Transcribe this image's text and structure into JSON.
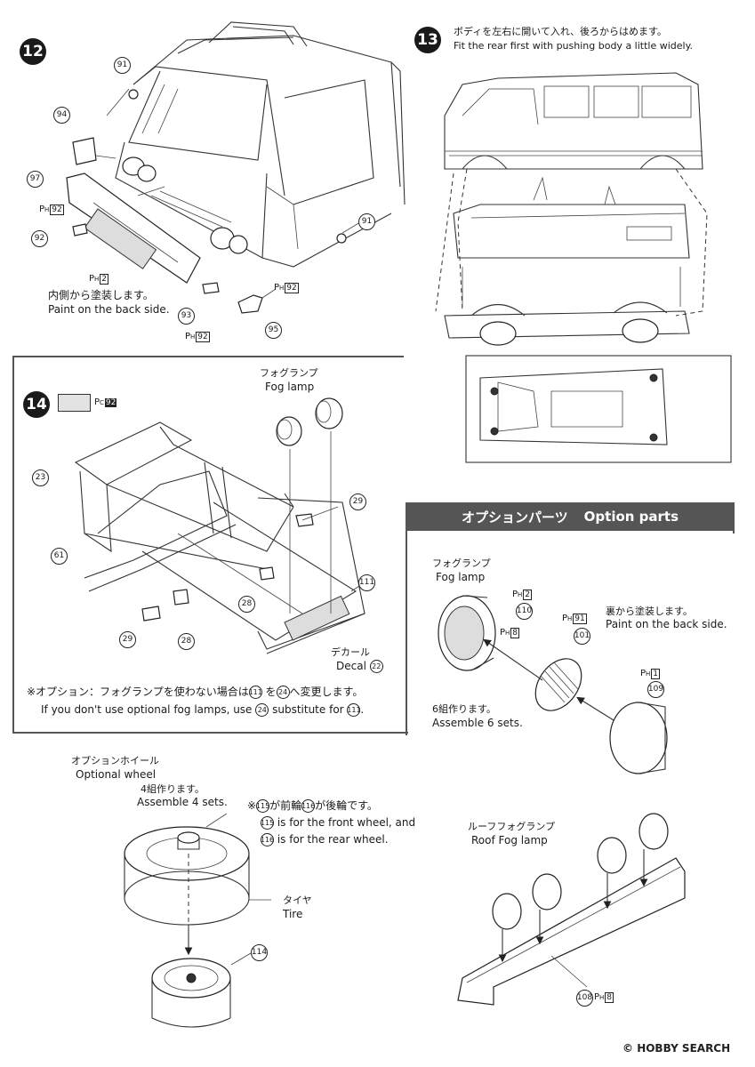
{
  "steps": {
    "s12": "12",
    "s13": "13",
    "s14": "14"
  },
  "step12": {
    "parts": [
      "91",
      "94",
      "97",
      "92",
      "91",
      "93",
      "95"
    ],
    "paints": {
      "p92a": {
        "prefix": "P",
        "sub": "H",
        "code": "92"
      },
      "p2": {
        "prefix": "P",
        "sub": "H",
        "code": "2"
      },
      "p92b": {
        "prefix": "P",
        "sub": "H",
        "code": "92"
      },
      "p92c": {
        "prefix": "P",
        "sub": "H",
        "code": "92"
      }
    },
    "note_jp": "内側から塗装します。",
    "note_en": "Paint on the back side."
  },
  "step13": {
    "note_jp": "ボディを左右に開いて入れ、後ろからはめます。",
    "note_en": "Fit the rear first with pushing body a little widely."
  },
  "step14": {
    "paint": {
      "prefix": "P",
      "sub": "C",
      "code": "92"
    },
    "fog_jp": "フォグランプ",
    "fog_en": "Fog lamp",
    "parts": [
      "23",
      "61",
      "29",
      "28",
      "28",
      "29",
      "111"
    ],
    "decal_jp": "デカール",
    "decal_en": "Decal",
    "decal_num": "22",
    "note_jp_1": "※オプション：フォグランプを使わない場合は",
    "note_jp_n1": "111",
    "note_jp_2": "を",
    "note_jp_n2": "24",
    "note_jp_3": "へ変更します。",
    "note_en_1": "If you don't use optional fog lamps, use",
    "note_en_n1": "24",
    "note_en_2": "substitute for",
    "note_en_n2": "111"
  },
  "options": {
    "header_jp": "オプションパーツ",
    "header_en": "Option parts",
    "fog_jp": "フォグランプ",
    "fog_en": "Fog lamp",
    "paint_p2": {
      "prefix": "P",
      "sub": "H",
      "code": "2"
    },
    "part_110": "110",
    "paint_p8": {
      "prefix": "P",
      "sub": "H",
      "code": "8"
    },
    "paint_p91": {
      "prefix": "P",
      "sub": "H",
      "code": "91"
    },
    "part_101": "101",
    "back_jp": "裏から塗装します。",
    "back_en": "Paint on the back side.",
    "paint_p1": {
      "prefix": "P",
      "sub": "H",
      "code": "1"
    },
    "part_109": "109",
    "assemble_jp": "6組作ります。",
    "assemble_en": "Assemble 6 sets."
  },
  "wheel": {
    "title_jp": "オプションホイール",
    "title_en": "Optional wheel",
    "assemble_jp": "4組作ります。",
    "assemble_en": "Assemble 4 sets.",
    "note_l1_a": "※",
    "note_n115": "115",
    "note_l1_b": "が前輪",
    "note_n116": "116",
    "note_l1_c": "が後輪です。",
    "note_l2": "is for the front wheel, and",
    "note_l3": "is for the rear wheel.",
    "tire_jp": "タイヤ",
    "tire_en": "Tire",
    "part_114": "114"
  },
  "roof": {
    "title_jp": "ルーフフォグランプ",
    "title_en": "Roof Fog lamp",
    "part_108": "108",
    "paint": {
      "prefix": "P",
      "sub": "H",
      "code": "8"
    }
  },
  "footer": {
    "logo": "HOBBY SEARCH",
    "copyright": "©"
  }
}
